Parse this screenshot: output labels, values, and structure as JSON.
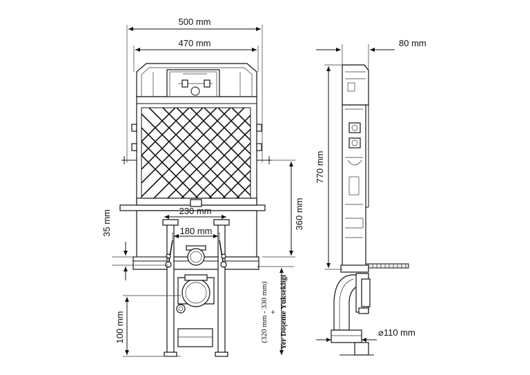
{
  "dimensions": {
    "overall_width": "500 mm",
    "inner_width": "470 mm",
    "depth": "80 mm",
    "total_height": "770 mm",
    "cistern_height": "360 mm",
    "pipe_spacing": "230 mm",
    "bolt_spacing": "180 mm",
    "offset_35": "35 mm",
    "offset_100": "100 mm",
    "pipe_diameter": "⌀110 mm",
    "floor_range": "(320 mm - 330 mm)",
    "plus_sign": "+",
    "floor_label": "Yer Döşeme Yüksekliği"
  }
}
